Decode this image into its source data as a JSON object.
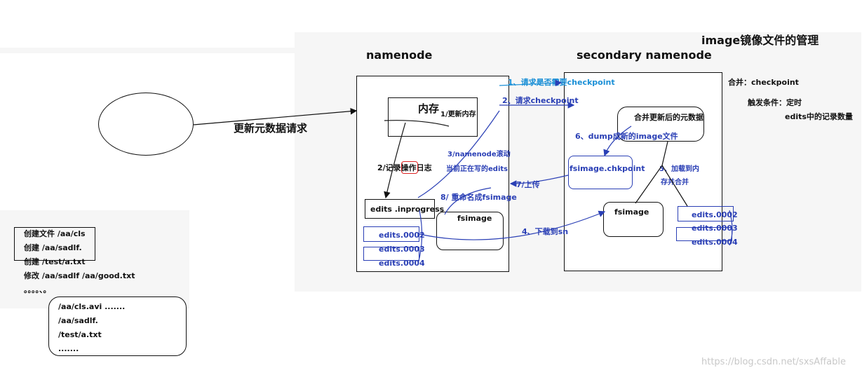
{
  "title": "image镜像文件的管理",
  "client": {
    "request_label": "更新元数据请求"
  },
  "namenode": {
    "label": "namenode",
    "memory_label": "内存",
    "edits_inprogress_label": "edits .inprogress",
    "fsimage_label": "fsimage",
    "edits": [
      "edits.0002",
      "edits.0003",
      "edits.0004"
    ]
  },
  "secondary": {
    "label": "secondary namenode",
    "merged_metadata_label": "合并更新后的元数据",
    "chkpoint_label": "fsimage.chkpoint",
    "fsimage_label": "fsimage",
    "edits": [
      "edits.0002",
      "edits.0003",
      "edits.0004"
    ]
  },
  "steps": {
    "update_memory": "1/更新内存",
    "record_log": "2/记录操作日志",
    "ask_checkpoint": "1、请求是否需要checkpoint",
    "request_checkpoint": "2、请求checkpoint",
    "roll_edits_line1": "3/namenode滚动",
    "roll_edits_line2": "当前正在写的edits",
    "download": "4、下载到sn",
    "load_line1": "5、加载到内",
    "load_line2": "存并合并",
    "dump": "6、dump成新的image文件",
    "upload": "7/上传",
    "rename": "8/ 重命名成fsimage"
  },
  "notes": {
    "merge": "合并：checkpoint",
    "trigger": "触发条件：定时",
    "edits_count": "edits中的记录数量"
  },
  "log_lines": [
    "创建文件 /aa/cls",
    "创建 /aa/sadlf.",
    "创建 /test/a.txt",
    "修改 /aa/sadlf  /aa/good.txt",
    "。。。。、。"
  ],
  "fs_lines": [
    "/aa/cls.avi   .......",
    "/aa/sadlf.",
    "/test/a.txt",
    "......."
  ],
  "watermark": "https://blog.csdn.net/sxsAffable"
}
